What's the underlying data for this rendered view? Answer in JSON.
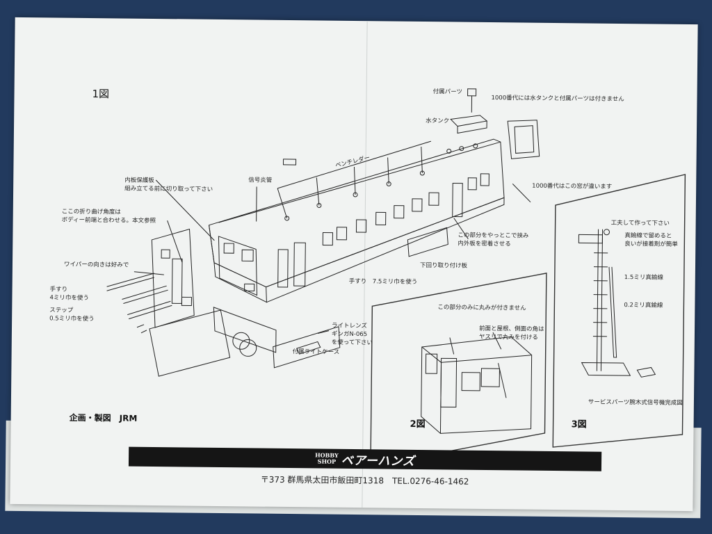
{
  "fig1": "1図",
  "fig2": "2図",
  "fig3": "3図",
  "labels": {
    "accessory": "付属パーツ",
    "note1000": "1000番代には水タンクと付属パーツは付きません",
    "tank": "水タンク",
    "vent": "ベンチレダー",
    "signal": "信号炎管",
    "window1000": "1000番代はこの窓が違います",
    "protect1": "内板保護板",
    "protect2": "組み立てる前に切り取って下さい",
    "bend1": "ここの折り曲げ角度は",
    "bend2": "ボディー前端と合わせる。本文参照",
    "wiper": "ワイパーの向きは好みで",
    "hand1a": "手すり",
    "hand1b": "4ミリ巾を使う",
    "step1": "ステップ",
    "step2": "0.5ミリ巾を使う",
    "clamp1": "この部分をやっとこで挟み",
    "clamp2": "内外板を密着させる",
    "under": "下回り取り付け板",
    "hand2": "手すり　7.5ミリ巾を使う",
    "lens1": "ライトレンズ",
    "lens2": "ギンガN-065",
    "lens3": "を使って下さい",
    "case": "付属ライトケース",
    "round": "この部分のみに丸みが付きません",
    "file1": "前面と屋根、側面の角は",
    "file2": "ヤスリで丸みを付ける",
    "work": "工夫して作って下さい",
    "brass1": "真鍮線で留めると",
    "brass2": "良いが接着剤が簡単",
    "w15": "1.5ミリ真鍮線",
    "w02": "0.2ミリ真鍮線",
    "service": "サービスパーツ腕木式信号機完成図",
    "maker": "企画・製図　JRM",
    "banner_shop1": "HOBBY",
    "banner_shop2": "SHOP",
    "banner_name": "ベアーハンズ",
    "address": "〒373 群馬県太田市飯田町1318　TEL.0276-46-1462"
  }
}
